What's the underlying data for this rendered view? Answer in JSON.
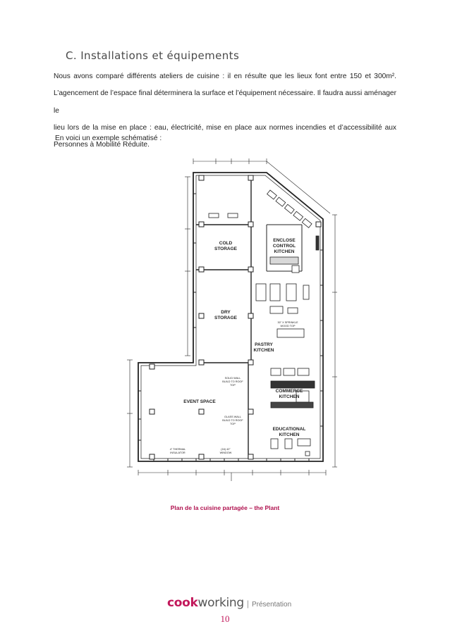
{
  "section": {
    "title": "C. Installations et équipements"
  },
  "body": {
    "lines": [
      "Nous avons comparé différents ateliers de cuisine : il en résulte que les lieux font entre 150 et 300m².",
      "L’agencement de l’espace final déterminera la surface et l’équipement nécessaire. Il faudra aussi aménager le",
      "lieu lors de la mise en place : eau, électricité, mise en place aux normes incendies et d’accessibilité aux",
      "Personnes à Mobilité Réduite."
    ],
    "intro": "En voici un exemple schématisé :"
  },
  "floorplan": {
    "rooms": {
      "cold_storage": {
        "name_line1": "COLD",
        "name_line2": "STORAGE"
      },
      "dry_storage": {
        "name_line1": "DRY",
        "name_line2": "STORAGE"
      },
      "enclose_control_kitchen": {
        "name_line1": "ENCLOSE",
        "name_line2": "CONTROL",
        "name_line3": "KITCHEN"
      },
      "pastry_kitchen": {
        "name_line1": "PASTRY",
        "name_line2": "KITCHEN"
      },
      "event_space": {
        "name": "EVENT SPACE"
      },
      "commerce_kitchen": {
        "name_line1": "COMMERCE",
        "name_line2": "KITCHEN"
      },
      "educational_kitchen": {
        "name_line1": "EDUCATIONAL",
        "name_line2": "KITCHEN"
      }
    },
    "notes": {
      "solid_wall_line1": "SOLID WALL",
      "solid_wall_line2": "BUILD TO ROOF",
      "solid_wall_line3": "TOP",
      "glass_wall_line1": "GLASS WALL",
      "glass_wall_line2": "BUILD TO ROOF",
      "glass_wall_line3": "TOP",
      "insulator_line1": "4\" THERMAL",
      "insulator_line2": "INSULATOR",
      "window_line1": "(16) 42\"",
      "window_line2": "WINDOW",
      "sprinkle_line1": "30\" X SPRINKLE",
      "sprinkle_line2": "WOOD TOP"
    }
  },
  "caption": "Plan de la cuisine partagée – the Plant",
  "footer": {
    "logo_cook": "cook",
    "logo_working": "working",
    "logo_separator": "|",
    "logo_subtitle": "Présentation",
    "page_number": "10"
  },
  "colors": {
    "accent": "#c2185b",
    "caption": "#b0124f"
  }
}
